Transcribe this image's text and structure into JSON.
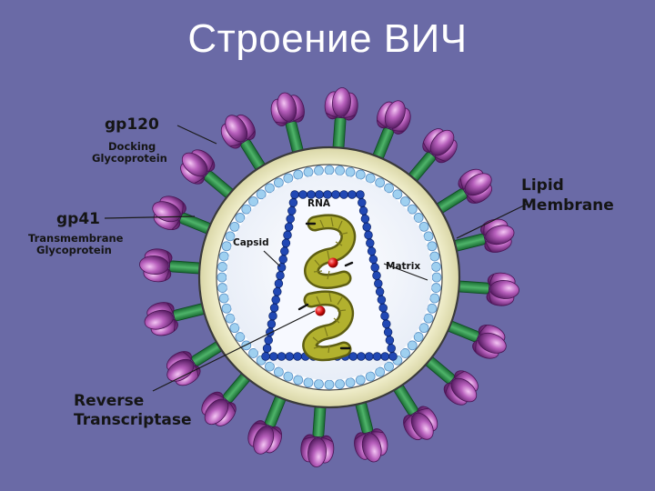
{
  "slide": {
    "title": "Строение ВИЧ"
  },
  "labels": {
    "gp120": "gp120",
    "gp120_desc_line1": "Docking",
    "gp120_desc_line2": "Glycoprotein",
    "gp41": "gp41",
    "gp41_desc_line1": "Transmembrane",
    "gp41_desc_line2": "Glycoprotein",
    "lipid_line1": "Lipid",
    "lipid_line2": "Membrane",
    "rna": "RNA",
    "capsid": "Capsid",
    "matrix": "Matrix",
    "rt_line1": "Reverse",
    "rt_line2": "Transcriptase"
  },
  "colors": {
    "background": "#6a6aa6",
    "membrane": "#f1efc9",
    "matrix_beads": "#99cbee",
    "capsid_beads": "#1c3fa8",
    "rna_strand": "#a6a52a",
    "reverse_transcriptase": "#e01818",
    "knob_purple": "#b05ab6",
    "stalk_green": "#2e8a4a"
  },
  "icons": {
    "gp120_knob": "tulip-glycoprotein-icon",
    "gp41_stalk": "stalk-icon",
    "enzyme": "red-dot-icon"
  }
}
